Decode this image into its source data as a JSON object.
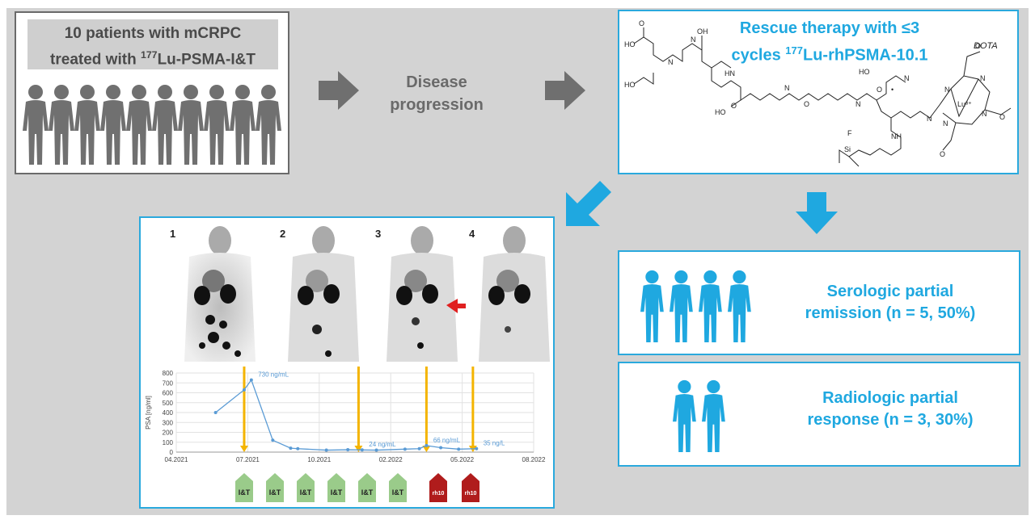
{
  "left_box": {
    "title_line1": "10 patients with mCRPC",
    "title_pre": "treated with ",
    "title_sup": "177",
    "title_post": "Lu-PSMA-I&T"
  },
  "middle": {
    "line1": "Disease",
    "line2": "progression"
  },
  "rescue": {
    "line1": "Rescue therapy with ≤3",
    "line2_pre": "cycles ",
    "line2_sup": "177",
    "line2_post": "Lu-rhPSMA-10.1",
    "dota": "DOTA",
    "lu_label": "Lu³⁺"
  },
  "scans": [
    "1",
    "2",
    "3",
    "4"
  ],
  "serologic": {
    "line1": "Serologic partial",
    "line2": "remission (n = 5, 50%)"
  },
  "radiologic": {
    "line1": "Radiologic partial",
    "line2": "response (n = 3, 30%)"
  },
  "colors": {
    "accent_blue": "#1fa8e0",
    "gray": "#707070",
    "green": "#9acb8a",
    "red": "#b01c1c",
    "orange": "#f4b400"
  },
  "chart_data": {
    "type": "line",
    "ylabel": "PSA [ng/ml]",
    "yticks": [
      "0",
      "100",
      "200",
      "300",
      "400",
      "500",
      "600",
      "700",
      "800"
    ],
    "ylim": [
      0,
      800
    ],
    "xticks": [
      "04.2021",
      "07.2021",
      "10.2021",
      "02.2022",
      "05.2022",
      "08.2022"
    ],
    "x": [
      0.55,
      0.95,
      1.05,
      1.35,
      1.6,
      1.7,
      2.1,
      2.4,
      2.6,
      2.8,
      3.2,
      3.4,
      3.5,
      3.7,
      3.95,
      4.2
    ],
    "values": [
      400,
      630,
      730,
      120,
      40,
      35,
      20,
      24,
      22,
      20,
      30,
      35,
      66,
      45,
      30,
      35
    ],
    "annotations": [
      "730 ng/mL",
      "24 ng/mL",
      "66 ng/mL",
      "35 ng/L"
    ],
    "therapy": [
      {
        "label": "I&T",
        "type": "I&T"
      },
      {
        "label": "I&T",
        "type": "I&T"
      },
      {
        "label": "I&T",
        "type": "I&T"
      },
      {
        "label": "I&T",
        "type": "I&T"
      },
      {
        "label": "I&T",
        "type": "I&T"
      },
      {
        "label": "I&T",
        "type": "I&T"
      },
      {
        "label": "rh10",
        "type": "rh10"
      },
      {
        "label": "rh10",
        "type": "rh10"
      }
    ]
  }
}
